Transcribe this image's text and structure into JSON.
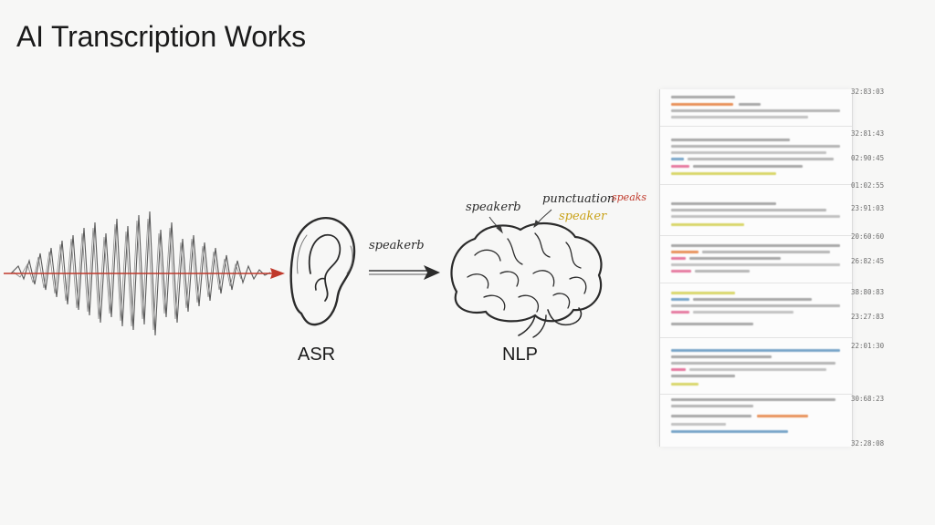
{
  "title": "AI Transcription Works",
  "labels": {
    "asr": "ASR",
    "nlp": "NLP",
    "ear_note": "speakerb",
    "brain_note_1": "speakerb",
    "brain_note_2": "punctuation",
    "brain_note_3": "speaks",
    "brain_note_4": "speaker"
  },
  "transcript": {
    "timestamps": [
      "32:83:03",
      "32:81:43",
      "02:90:45",
      "01:02:55",
      "23:91:03",
      "20:60:60",
      "26:82:45",
      "38:80:83",
      "23:27:83",
      "22:01:30",
      "30:68:23",
      "32:28:08"
    ]
  },
  "colors": {
    "arrow_red": "#c0392b",
    "orange": "#e8915a",
    "yellow": "#d9d76a",
    "blue": "#7aa6c9",
    "pink": "#e67aa0",
    "gray": "#a8a8a8"
  }
}
